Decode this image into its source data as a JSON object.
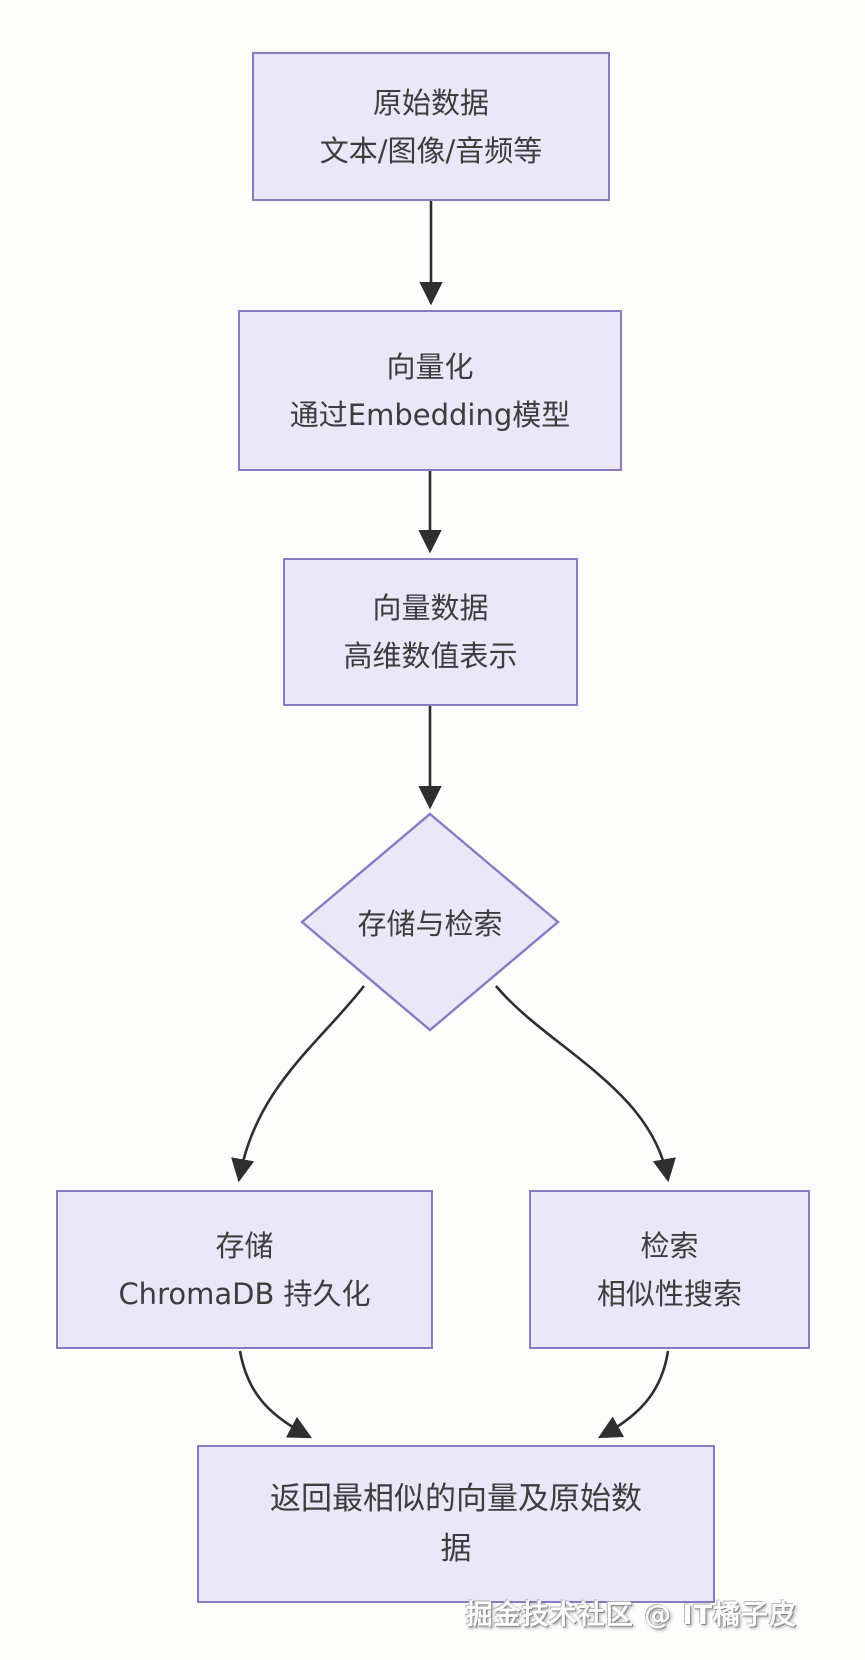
{
  "diagram": {
    "type": "flowchart",
    "language": "zh-CN",
    "nodes": {
      "raw_data": {
        "line1": "原始数据",
        "line2": "文本/图像/音频等"
      },
      "vectorize": {
        "line1": "向量化",
        "line2": "通过Embedding模型"
      },
      "vector_data": {
        "line1": "向量数据",
        "line2": "高维数值表示"
      },
      "decision": {
        "label": "存储与检索"
      },
      "store": {
        "line1": "存储",
        "line2": "ChromaDB 持久化"
      },
      "retrieve": {
        "line1": "检索",
        "line2": "相似性搜索"
      },
      "result": {
        "label": "返回最相似的向量及原始数据"
      }
    },
    "edges": [
      {
        "from": "raw_data",
        "to": "vectorize"
      },
      {
        "from": "vectorize",
        "to": "vector_data"
      },
      {
        "from": "vector_data",
        "to": "decision"
      },
      {
        "from": "decision",
        "to": "store"
      },
      {
        "from": "decision",
        "to": "retrieve"
      },
      {
        "from": "store",
        "to": "result"
      },
      {
        "from": "retrieve",
        "to": "result"
      }
    ],
    "watermark": "掘金技术社区 @ IT橘子皮",
    "colors": {
      "node_fill": "#eae7f9",
      "node_border": "#8b79c4",
      "arrow": "#2f2f2f",
      "text": "#3d3d3d",
      "background": "#fdfdfb"
    }
  }
}
